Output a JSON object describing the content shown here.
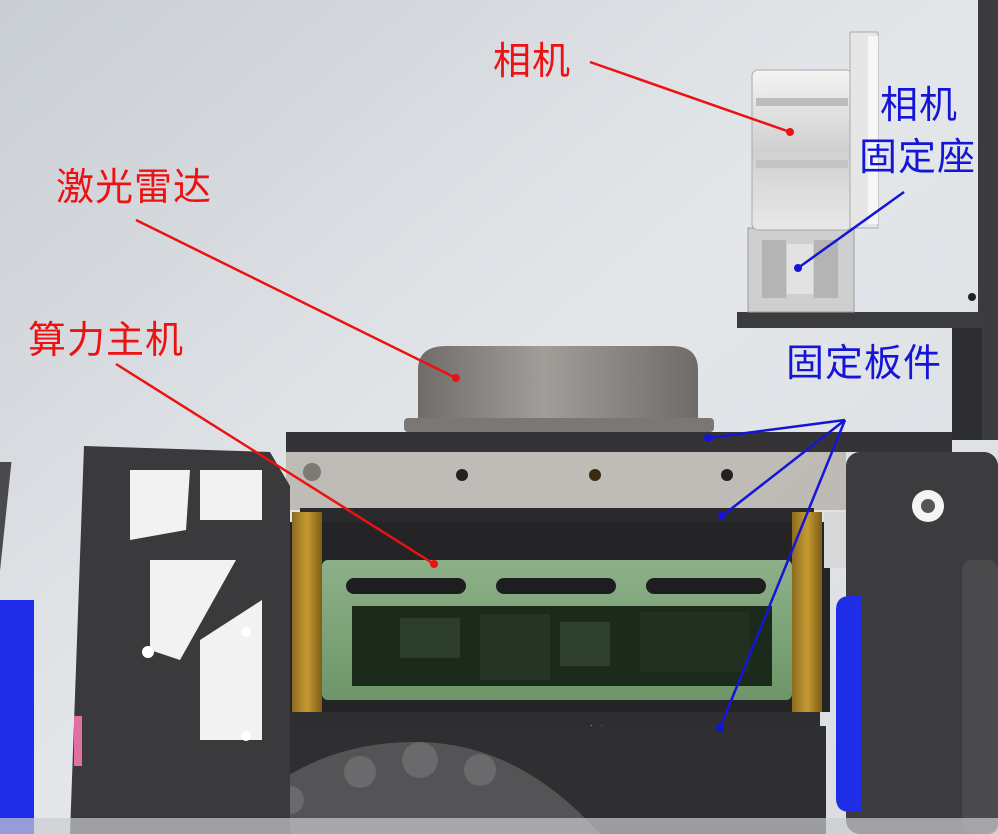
{
  "labels": {
    "camera": "相机",
    "lidar": "激光雷达",
    "computer": "算力主机",
    "mount_line1": "相机",
    "mount_line2": "固定座",
    "plates": "固定板件"
  },
  "colors": {
    "red": "#ee1111",
    "blue": "#1515d8",
    "background": "#dfe3e7",
    "frame": "#3a3a3c",
    "board": "#7fa67a",
    "lidar": "#8a8784",
    "accent_blue": "#1f2ee6"
  }
}
